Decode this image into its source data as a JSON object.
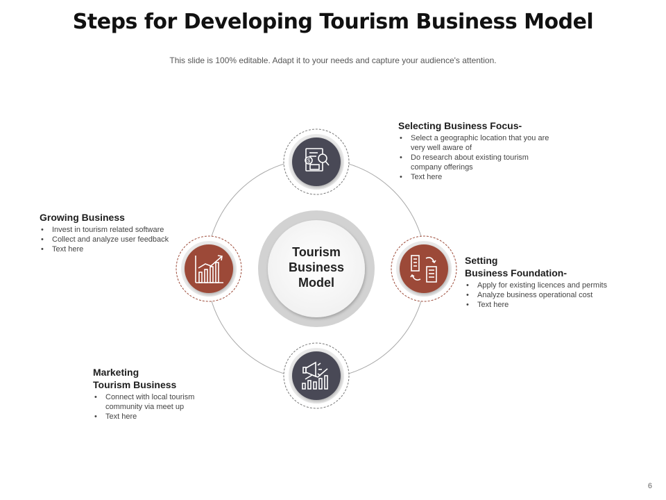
{
  "slide": {
    "title": "Steps for Developing Tourism Business Model",
    "subtitle": "This slide is 100% editable. Adapt it to your needs and capture your audience's attention.",
    "page_number": "6"
  },
  "center": {
    "lines": [
      "Tourism",
      "Business",
      "Model"
    ]
  },
  "colors": {
    "dark_node": "#4a4a56",
    "brown_node": "#9c4a38",
    "ring": "#d4d4d4",
    "connector": "#9a9a9a"
  },
  "nodes": [
    {
      "icon": "document-money-search-icon",
      "color": "dark",
      "heading_lines": [
        "Selecting Business Focus-"
      ],
      "bullets": [
        "Select a geographic location that you are very well aware of",
        "Do research about existing tourism company offerings",
        "Text here"
      ]
    },
    {
      "icon": "buildings-exchange-icon",
      "color": "brown",
      "heading_lines": [
        "Setting",
        "Business Foundation-"
      ],
      "bullets": [
        "Apply for existing licences and permits",
        "Analyze  business operational cost",
        "Text here"
      ]
    },
    {
      "icon": "megaphone-growth-icon",
      "color": "dark",
      "heading_lines": [
        "Marketing",
        "Tourism Business"
      ],
      "bullets": [
        "Connect with local tourism community via meet up",
        "Text here"
      ]
    },
    {
      "icon": "growth-chart-icon",
      "color": "brown",
      "heading_lines": [
        "Growing Business"
      ],
      "bullets": [
        "Invest in tourism related software",
        "Collect and analyze user feedback",
        "Text here"
      ]
    }
  ]
}
